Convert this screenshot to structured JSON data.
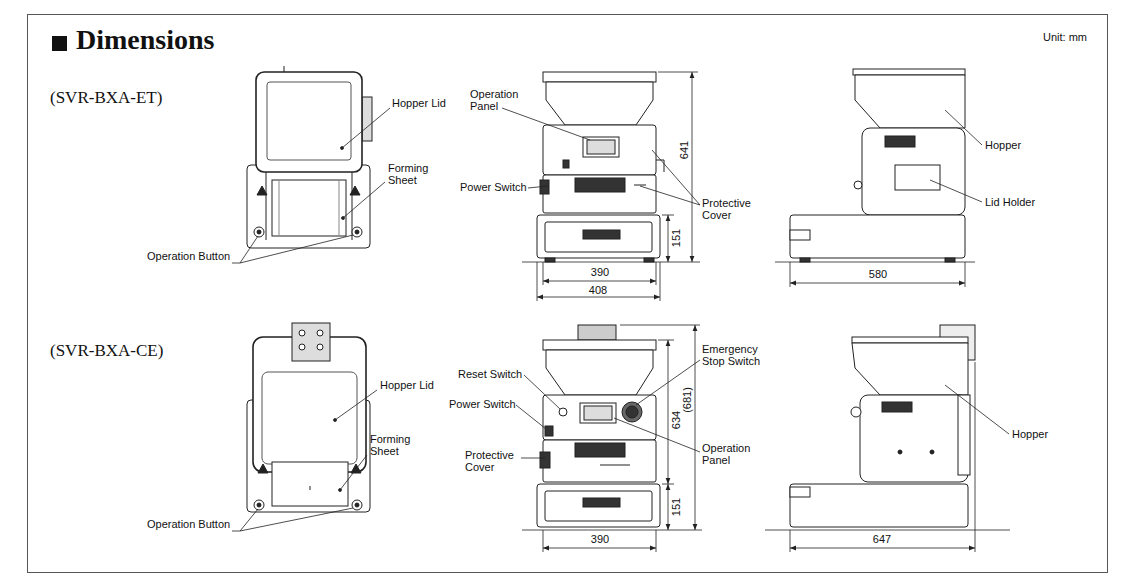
{
  "diagram": {
    "title": "Dimensions",
    "labels": [
      "Unit: mm",
      "(SVR-BXA-ET)",
      "Hopper Lid",
      "Forming Sheet",
      "Operation Button",
      "Operation Panel",
      "Power Switch",
      "Protective Cover",
      "641",
      "151",
      "390",
      "408",
      "Hopper",
      "Lid Holder",
      "580",
      "(SVR-BXA-CE)",
      "Hopper Lid",
      "Forming Sheet",
      "Operation Button",
      "Reset Switch",
      "Power Switch",
      "Emergency Stop Switch",
      "Protective Cover",
      "Operation Panel",
      "634",
      "(681)",
      "151",
      "390",
      "Hopper",
      "647"
    ]
  }
}
